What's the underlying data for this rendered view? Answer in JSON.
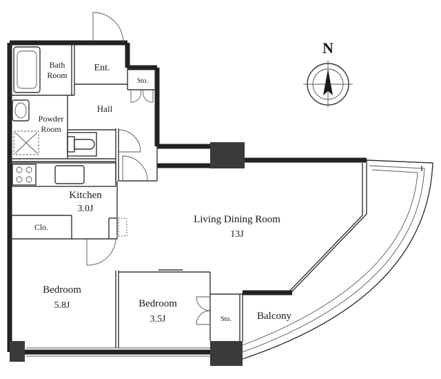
{
  "compass": {
    "label": "N"
  },
  "rooms": {
    "bath": [
      "Bath",
      "Room"
    ],
    "entrance": "Ent.",
    "storage_hall": "Sto.",
    "hall": "Hall",
    "powder": [
      "Powder",
      "Room"
    ],
    "kitchen": {
      "name": "Kitchen",
      "size": "3.0J"
    },
    "closet": "Clo.",
    "living": {
      "name": "Living Dining Room",
      "size": "13J"
    },
    "bedroom_large": {
      "name": "Bedroom",
      "size": "5.8J"
    },
    "bedroom_small": {
      "name": "Bedroom",
      "size": "3.5J"
    },
    "storage_bed": "Sto.",
    "balcony": "Balcony"
  },
  "colors": {
    "wall": "#222222",
    "pillar": "#3a3a3a",
    "background": "#ffffff"
  }
}
